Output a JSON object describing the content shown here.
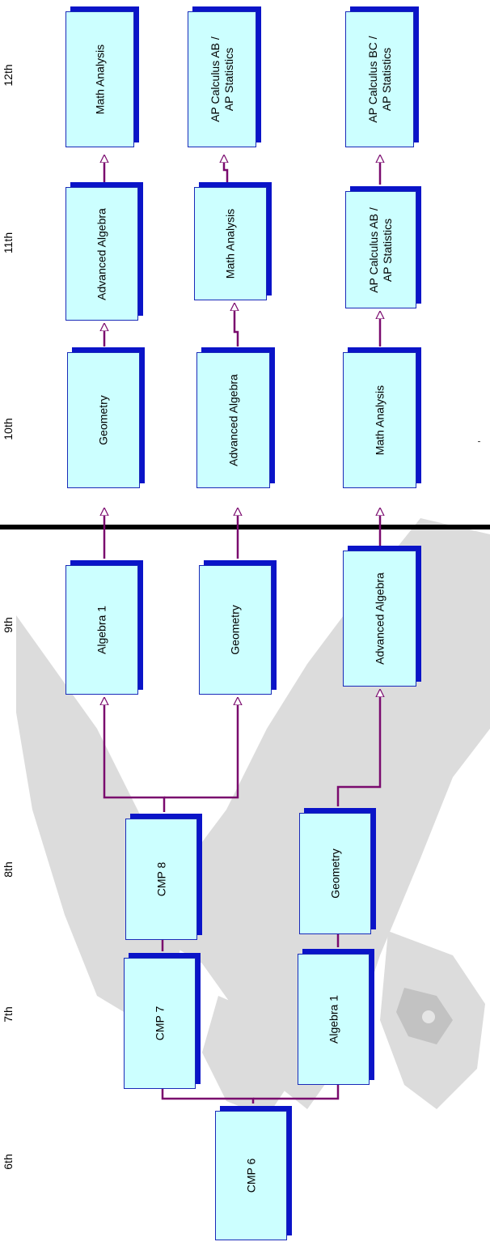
{
  "grades": [
    "6th",
    "7th",
    "8th",
    "9th",
    "10th",
    "11th",
    "12th"
  ],
  "courses": {
    "c6_cmp6": "CMP 6",
    "c7_cmp7": "CMP 7",
    "c7_alg1": "Algebra 1",
    "c8_cmp8": "CMP 8",
    "c8_geo": "Geometry",
    "c9_alg1": "Algebra 1",
    "c9_geo": "Geometry",
    "c9_advalg": "Advanced Algebra",
    "c10_geo": "Geometry",
    "c10_advalg": "Advanced Algebra",
    "c10_mathan": "Math Analysis",
    "c11_advalg": "Advanced Algebra",
    "c11_mathan": "Math Analysis",
    "c11_apab": "AP Calculus AB /\nAP Statistics",
    "c12_mathan": "Math Analysis",
    "c12_apab": "AP Calculus AB /\nAP Statistics",
    "c12_apbc": "AP Calculus BC /\nAP Statistics"
  },
  "colors": {
    "box_fill": "#ccffff",
    "box_shadow": "#0a14c8",
    "connector": "#7a0a6e",
    "divider": "#000000"
  }
}
